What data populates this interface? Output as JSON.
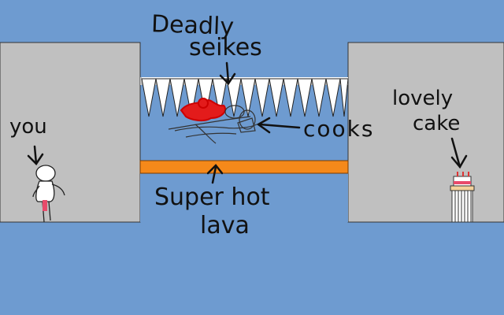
{
  "scene": {
    "labels": {
      "you": "you",
      "deadly": "Deadly",
      "spikes": "seikes",
      "cooks": "cooks",
      "super_hot": "Super hot",
      "lava": "lava",
      "lovely": "lovely",
      "cake": "cake"
    },
    "colors": {
      "sky": "#6e9bd0",
      "wall": "#c0c0c0",
      "lava": "#f5891a",
      "spikes": "#ffffff",
      "blood": "#e31b1b",
      "ink": "#111111"
    },
    "objects": [
      "player",
      "spike-row",
      "cooks-body",
      "lava-bar",
      "cake",
      "cake-pedestal"
    ]
  }
}
